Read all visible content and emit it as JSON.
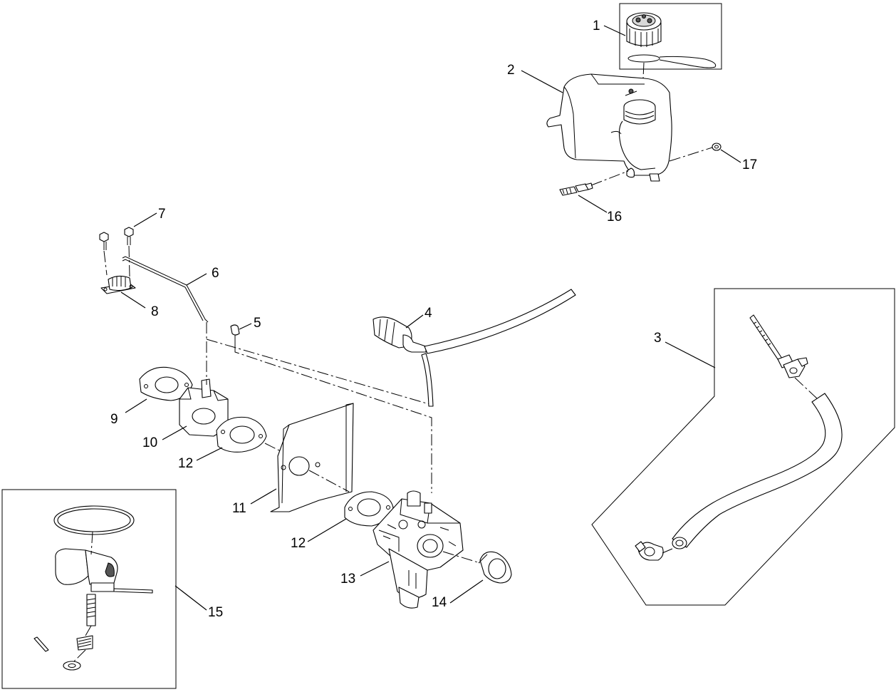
{
  "callouts": {
    "c1": "1",
    "c2": "2",
    "c3": "3",
    "c4": "4",
    "c5": "5",
    "c6": "6",
    "c7": "7",
    "c8": "8",
    "c9": "9",
    "c10": "10",
    "c11": "11",
    "c12a": "12",
    "c12b": "12",
    "c13": "13",
    "c14": "14",
    "c15": "15",
    "c16": "16",
    "c17": "17"
  }
}
